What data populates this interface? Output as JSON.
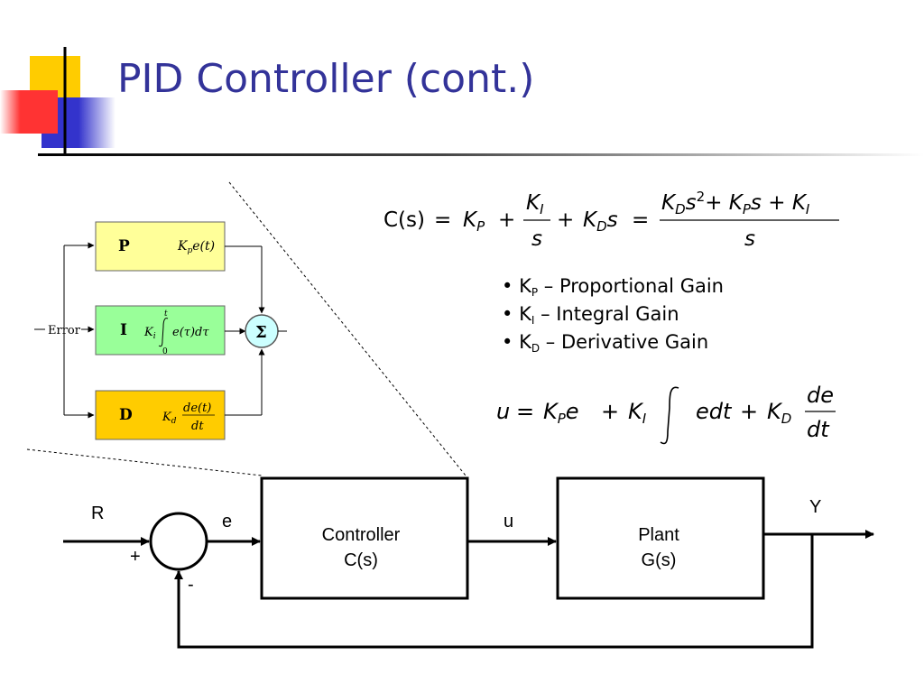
{
  "title": "PID Controller (cont.)",
  "colors": {
    "title_blue": "#333399",
    "p_block_fill": "#ffff99",
    "i_block_fill": "#99ff99",
    "d_block_fill": "#ffcc00",
    "sum_block_fill": "#ccffff",
    "logo_yellow": "#ffcc00",
    "logo_blue": "#3333cc",
    "logo_red": "#ff3333"
  },
  "equations": {
    "transfer_function": {
      "lhs": "C(s)",
      "kp": "K",
      "kp_sub": "P",
      "plus": "+",
      "ki_num": "K",
      "ki_sub": "I",
      "ki_den": "s",
      "kd": "K",
      "kd_sub": "D",
      "kd_var": "s",
      "rhs_num_a": "K",
      "rhs_num_a_sub": "D",
      "rhs_num_a_var": "s",
      "rhs_num_a_exp": "2",
      "rhs_num_b": "K",
      "rhs_num_b_sub": "P",
      "rhs_num_b_var": "s",
      "rhs_num_c": "K",
      "rhs_num_c_sub": "I",
      "rhs_den": "s"
    },
    "control_law": {
      "lhs": "u",
      "term1": "K",
      "term1_sub": "P",
      "term1_var": "e",
      "term2": "K",
      "term2_sub": "I",
      "term2_integrand": "edt",
      "term3": "K",
      "term3_sub": "D",
      "deriv_num": "de",
      "deriv_den": "dt"
    }
  },
  "gains": [
    {
      "symbol": "K",
      "subscript": "P",
      "description": "– Proportional Gain"
    },
    {
      "symbol": "K",
      "subscript": "I",
      "description": "– Integral Gain"
    },
    {
      "symbol": "K",
      "subscript": "D",
      "description": "– Derivative Gain"
    }
  ],
  "detail_diagram": {
    "input_label": "Error",
    "p_block": {
      "letter": "P",
      "formula_k": "K",
      "formula_k_sub": "p",
      "formula_rest": "e(t)"
    },
    "i_block": {
      "letter": "I",
      "formula_k": "K",
      "formula_k_sub": "i",
      "int_upper": "t",
      "int_lower": "0",
      "integrand": "e(τ)dτ"
    },
    "d_block": {
      "letter": "D",
      "formula_k": "K",
      "formula_k_sub": "d",
      "deriv_num": "de(t)",
      "deriv_den": "dt"
    },
    "sum_symbol": "Σ"
  },
  "loop_diagram": {
    "reference_label": "R",
    "error_label": "e",
    "plus_sign": "+",
    "minus_sign": "-",
    "controller_line1": "Controller",
    "controller_line2": "C(s)",
    "control_signal_label": "u",
    "plant_line1": "Plant",
    "plant_line2": "G(s)",
    "output_label": "Y"
  }
}
